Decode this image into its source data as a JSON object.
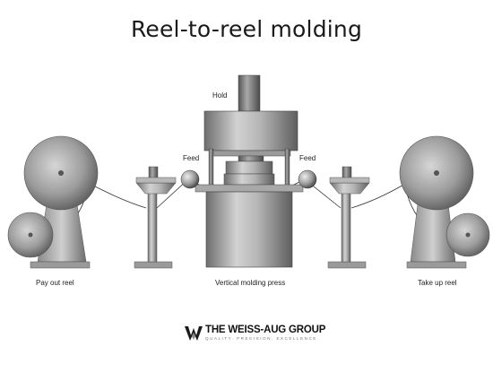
{
  "title": "Reel-to-reel molding",
  "labels": {
    "hold": "Hold",
    "feed_left": "Feed",
    "feed_right": "Feed",
    "pay_out_reel": "Pay out reel",
    "vertical_molding_press": "Vertical molding press",
    "take_up_reel": "Take up reel"
  },
  "logo": {
    "name": "THE WEISS-AUG GROUP",
    "tagline": "QUALITY. PRECISION. EXCELLENCE."
  }
}
